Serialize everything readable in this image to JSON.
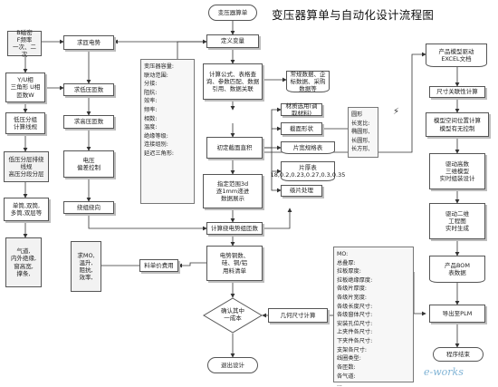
{
  "title": "变压器算单与自动化设计流程图",
  "watermark": "e-works",
  "nodes": {
    "start": "变压器算单",
    "define_var": "定义变量",
    "calc_formula": "计算公式、表格查询、参数匹配、数据引用、数据关联",
    "std_data": "常规数据、企标数据、采购数据等",
    "material": "材质选用(调取材料)",
    "cross_section": "截面形状",
    "init_cross": "初定截面直积",
    "sheet_spec": "片宽规格表",
    "sheet_thickness": "片厚表\n18,0.2,0.23,0.27,0.3,0.35",
    "range_pick": "指定范围3d\n逐1mm递进\n数据展示",
    "cut_processing": "级片处理",
    "winding_turns": "计算绕电势组匝数",
    "calc_weights": "电势铜数、\n硅、铜/铝\n用料清单",
    "decide_cost": "确认其中\n一成本",
    "exit_design": "退出设计",
    "geometry_calc": "几何尺寸计算",
    "material_price": "料单价费用",
    "seek_potential": "求匝电势",
    "seek_low_turns": "求低压匝数",
    "seek_high_turns": "求高压匝数",
    "voltage_ctrl": "电压\n偏差控制",
    "winding_type": "绕组绕向",
    "b_flux": "B磁密\nF频率\n一次、二次",
    "y_phase": "Y/U相\n三角形 U相\n匝数W",
    "low_split": "低压分组\n计算线规",
    "high_split": "低压分层排绕\n线规\n高压分段分层",
    "single_double": "单筒,双筒,\n多筒,双层等",
    "air_gap": "气道,\n内外绝缘,\n窗高宽,\n撑条,",
    "seek_mo": "求MO,\n温升,\n阻抗,\n效率,",
    "model_excel": "产品模型驱动\nEXCEL文档",
    "dimension_calc": "尺寸关联性计算",
    "model_space": "模型空间位置计算\n模型有无控制",
    "drive_3d": "驱动高数\n三维模型\n实时组装设计",
    "drive_2d": "驱动二维\n工程图\n实时生成",
    "product_bom": "产品BOM\n表数据",
    "export_plm": "导出至PLM",
    "end": "程序结束"
  },
  "notes": {
    "transformer_params": "变压器容量:\n联动范围:\n分接:\n阻抗:\n效率:\n频率:\n相数:\n温度:\n绝缘等级:\n连接组别:\n延迟三角形:",
    "shape_options": "圆形\n长宽比:\n椭圆形,\n长圆形,\n长方形,",
    "mo_list": "MO:\n总叠厚:\n拉板厚度:\n拉板绝缘厚度:\n各级片厚度:\n各级片宽度:\n各级长度尺寸:\n各级窗体尺寸:\n安装孔位尺寸:\n上夹件各尺寸:\n下夹件各尺寸:\n支架各尺寸:\n线圈类型:\n各匝数:\n各气道:\n..."
  }
}
